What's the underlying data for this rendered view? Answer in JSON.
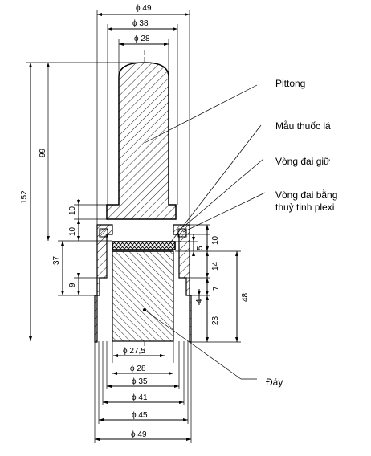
{
  "labels": {
    "piston": "Pittong",
    "sample": "Mẫu thuốc lá",
    "ring": "Vòng đai giữ",
    "plexi_line1": "Vòng đai bằng",
    "plexi_line2": "thuỷ tinh plexi",
    "base": "Đáy"
  },
  "top_dims": [
    "ϕ 49",
    "ϕ 38",
    "ϕ 28"
  ],
  "bottom_dims": [
    "ϕ 27,5",
    "ϕ 28",
    "ϕ 35",
    "ϕ 41",
    "ϕ 45",
    "ϕ 49"
  ],
  "left_dims": [
    "152",
    "99",
    "10",
    "10",
    "37",
    "9"
  ],
  "right_dims": [
    "10",
    "5",
    "14",
    "7",
    "4",
    "23",
    "48"
  ]
}
